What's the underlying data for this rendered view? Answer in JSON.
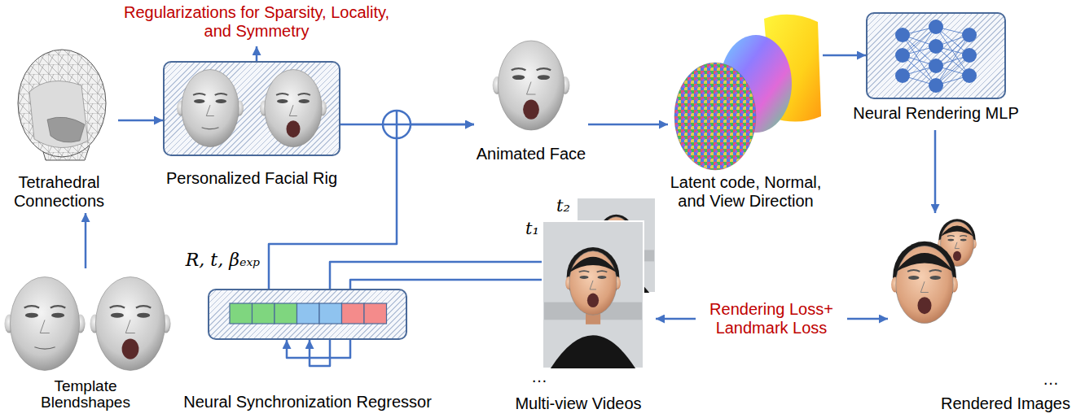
{
  "diagram": {
    "nodes": [
      {
        "text": [
          "Tetrahedral Connections"
        ]
      },
      {
        "text": [
          "Personalized Facial Rig"
        ]
      },
      {
        "text": [
          "Animated Face"
        ]
      },
      {
        "text": [
          "Latent code, Normal, and View Direction"
        ]
      },
      {
        "text": [
          "Neural Rendering MLP"
        ]
      },
      {
        "text": [
          "Template Blendshapes"
        ]
      },
      {
        "text": [
          "Neural Synchronization Regressor"
        ]
      },
      {
        "text": [
          "Multi-view Videos"
        ]
      },
      {
        "text": [
          "Rendered Images"
        ]
      }
    ],
    "edges": [
      {
        "from": 5,
        "to": 0,
        "arrow": "to"
      },
      {
        "from": 0,
        "to": 1,
        "arrow": "to"
      },
      {
        "from": 1,
        "to": 2,
        "arrow": "to"
      },
      {
        "from": 6,
        "to": 2,
        "arrow": "to",
        "label": "R, t, βₑₓₚ"
      },
      {
        "from": 2,
        "to": 3,
        "arrow": "to"
      },
      {
        "from": 3,
        "to": 4,
        "arrow": "to"
      },
      {
        "from": 4,
        "to": 8,
        "arrow": "to"
      },
      {
        "from": 7,
        "to": 8,
        "arrow": "both",
        "label": "Rendering Loss+ Landmark Loss"
      },
      {
        "from": 7,
        "to": 6,
        "arrow": "to"
      },
      {
        "from": 7,
        "to": 6,
        "arrow": "to"
      }
    ],
    "labels": [
      "Regularizations for Sparsity, Locality, and Symmetry",
      "t₂",
      "t₁",
      "…",
      "…"
    ]
  }
}
